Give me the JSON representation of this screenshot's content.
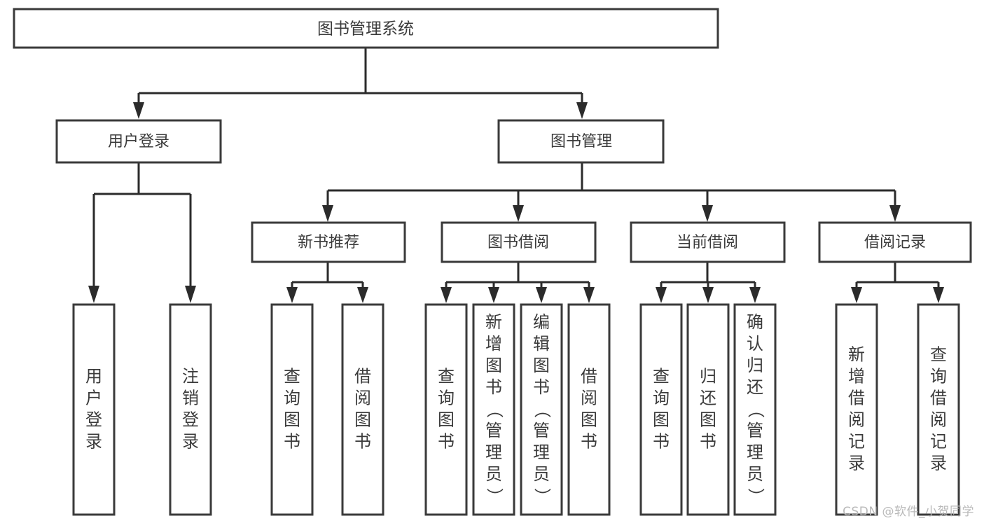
{
  "diagram": {
    "type": "tree",
    "title": "图书管理系统",
    "watermark": "CSDN @软件_小贺同学",
    "colors": {
      "box_stroke": "#3a3a3a",
      "box_fill": "#ffffff",
      "connector": "#2b2b2b",
      "text": "#3b3b3b",
      "background": "#ffffff",
      "watermark": "#b9b9b9"
    },
    "root": {
      "label": "图书管理系统"
    },
    "level2": [
      {
        "label": "用户登录"
      },
      {
        "label": "图书管理"
      }
    ],
    "level3": [
      {
        "label": "新书推荐"
      },
      {
        "label": "图书借阅"
      },
      {
        "label": "当前借阅"
      },
      {
        "label": "借阅记录"
      }
    ],
    "leaves": {
      "user_login": [
        {
          "label": "用户登录"
        },
        {
          "label": "注销登录"
        }
      ],
      "new_book_recommend": [
        {
          "label": "查询图书"
        },
        {
          "label": "借阅图书"
        }
      ],
      "book_borrow": [
        {
          "label": "查询图书"
        },
        {
          "label": "新增图书（管理员）"
        },
        {
          "label": "编辑图书（管理员）"
        },
        {
          "label": "借阅图书"
        }
      ],
      "current_borrow": [
        {
          "label": "查询图书"
        },
        {
          "label": "归还图书"
        },
        {
          "label": "确认归还（管理员）"
        }
      ],
      "borrow_record": [
        {
          "label": "新增借阅记录"
        },
        {
          "label": "查询借阅记录"
        }
      ]
    }
  }
}
